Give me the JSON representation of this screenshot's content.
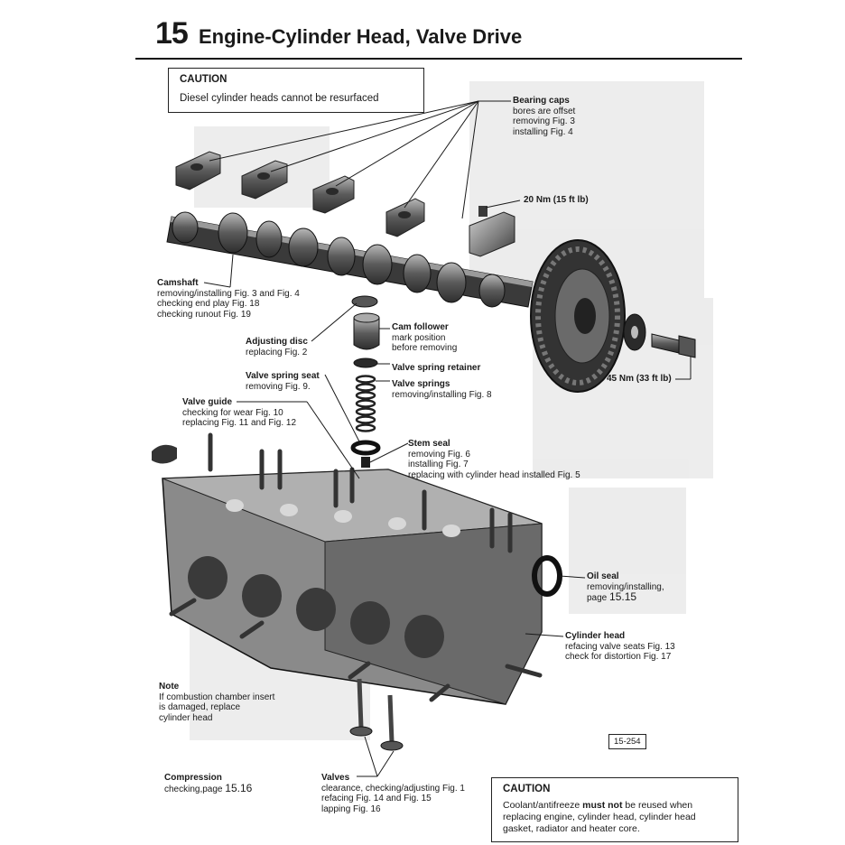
{
  "header": {
    "chapter_number": "15",
    "title": "Engine-Cylinder Head, Valve Drive"
  },
  "caution_top": {
    "title": "CAUTION",
    "text": "Diesel cylinder heads cannot be resurfaced"
  },
  "labels": {
    "bearing_caps": {
      "heading": "Bearing caps",
      "lines": [
        "bores are offset",
        "removing Fig. 3",
        "installing Fig. 4"
      ]
    },
    "torque_20": {
      "heading": "20 Nm (15 ft lb)"
    },
    "camshaft": {
      "heading": "Camshaft",
      "lines": [
        "removing/installing  Fig. 3 and Fig. 4",
        "checking end play Fig. 18",
        "checking runout Fig. 19"
      ]
    },
    "adjusting_disc": {
      "heading": "Adjusting disc",
      "lines": [
        "replacing Fig. 2"
      ]
    },
    "cam_follower": {
      "heading": "Cam follower",
      "lines": [
        "mark position",
        "before removing"
      ]
    },
    "valve_spring_retainer": {
      "heading": "Valve spring retainer"
    },
    "valve_spring_seat": {
      "heading": "Valve spring seat",
      "lines": [
        "removing Fig. 9."
      ]
    },
    "valve_springs": {
      "heading": "Valve springs",
      "lines": [
        "removing/installing Fig. 8"
      ]
    },
    "valve_guide": {
      "heading": "Valve guide",
      "lines": [
        "checking for wear Fig. 10",
        "replacing Fig. 11 and Fig. 12"
      ]
    },
    "torque_45": {
      "heading": "45 Nm (33 ft lb)"
    },
    "stem_seal": {
      "heading": "Stem seal",
      "lines": [
        "removing Fig. 6",
        "installing Fig. 7",
        "replacing with cylinder head installed Fig. 5"
      ]
    },
    "oil_seal": {
      "heading": "Oil seal",
      "lines": [
        "removing/installing,"
      ],
      "page_prefix": "page",
      "page_ref": "15.15"
    },
    "cylinder_head": {
      "heading": "Cylinder head",
      "lines": [
        "refacing valve seats Fig. 13",
        "check for distortion Fig. 17"
      ]
    },
    "note": {
      "heading": "Note",
      "lines": [
        "If combustion chamber insert",
        "is damaged, replace",
        "cylinder head"
      ]
    },
    "compression": {
      "heading": "Compression",
      "line_prefix": "checking,page",
      "page_ref": "15.16"
    },
    "valves": {
      "heading": "Valves",
      "lines": [
        "clearance, checking/adjusting Fig. 1",
        "refacing Fig. 14 and Fig. 15",
        "lapping Fig. 16"
      ]
    }
  },
  "figure_code": "15-254",
  "caution_bottom": {
    "title": "CAUTION",
    "text_before": "Coolant/antifreeze ",
    "text_bold": "must not",
    "text_after": " be reused when replacing engine, cylinder head, cylinder head gasket, radiator and heater core."
  },
  "colors": {
    "ink": "#1a1a1a",
    "metal_dark": "#4a4a4a",
    "metal_mid": "#8a8a8a",
    "metal_light": "#c8c8c8",
    "background": "#ffffff"
  }
}
